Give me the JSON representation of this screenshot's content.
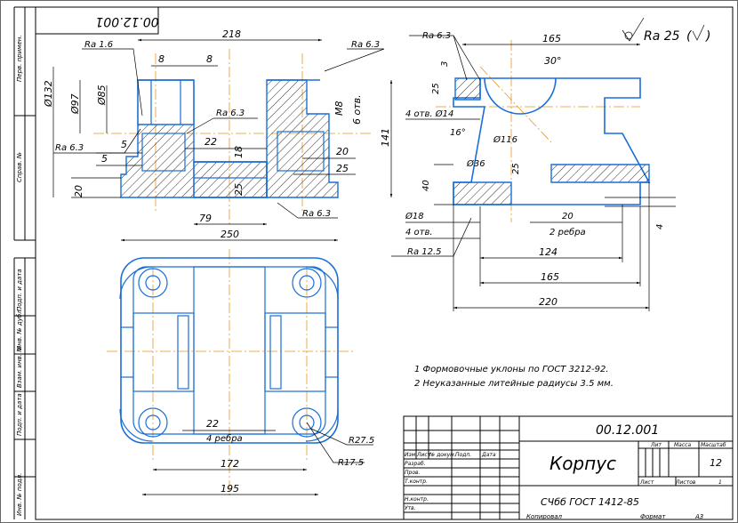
{
  "drawing_number": "00.12.001",
  "drawing_number_rotated": "00.12.001",
  "roughness_general": "Ra 25",
  "roughness_marks": [
    "Ra 1.6",
    "Ra 6.3",
    "Ra 6.3",
    "Ra 6.3",
    "Ra 6.3",
    "Ra 6.3",
    "Ra 12.5"
  ],
  "front_view_dims": {
    "d218": "218",
    "d8a": "8",
    "d8b": "8",
    "d132": "Ø132",
    "d97": "Ø97",
    "d85": "Ø85",
    "d5a": "5",
    "d5b": "5",
    "d22": "22",
    "d18": "18",
    "d20": "20",
    "d25": "25",
    "d79": "79",
    "d250": "250",
    "m8": "M8",
    "holes6": "6 отв.",
    "d20r": "20",
    "d25r": "25",
    "d141": "141"
  },
  "side_view_dims": {
    "d165top": "165",
    "d30deg": "30°",
    "d3": "3",
    "d25": "25",
    "holes4a": "4 отв. Ø14",
    "d116": "Ø116",
    "d16": "16°",
    "d36": "Ø36",
    "d40": "40",
    "d25b": "25",
    "d18": "Ø18",
    "holes4b": "4 отв.",
    "d20": "20",
    "ribs2": "2 ребра",
    "d124": "124",
    "d165": "165",
    "d220": "220",
    "d4": "4"
  },
  "plan_view_dims": {
    "d22": "22",
    "ribs4": "4 ребра",
    "d172": "172",
    "d195": "195",
    "r275": "R27.5",
    "r175": "R17.5"
  },
  "notes": [
    "1 Формовочные уклоны по ГОСТ 3212-92.",
    "2 Неуказанные литейные радиусы 3.5 мм."
  ],
  "title_block": {
    "number": "00.12.001",
    "name": "Корпус",
    "material": "СЧбб ГОСТ 1412-85",
    "lit": "Лит",
    "mass": "Масса",
    "scale_label": "Масштаб",
    "scale": "12",
    "sheet": "Лист",
    "sheets": "Листов",
    "sheets_count": "1",
    "rows": [
      "Изм",
      "Лист",
      "№ докум.",
      "Подп.",
      "Дата"
    ],
    "roles": [
      "Разраб.",
      "Пров.",
      "Т.контр.",
      "",
      "Н.контр.",
      "Утв."
    ],
    "copied": "Копировал",
    "format": "Формат",
    "format_value": "A3"
  },
  "side_strip": [
    "Перв. примен.",
    "Справ. №",
    "Подп. и дата",
    "Инв. № дубл.",
    "Взам. инв. №",
    "Подп. и дата",
    "Инв. № подл."
  ]
}
